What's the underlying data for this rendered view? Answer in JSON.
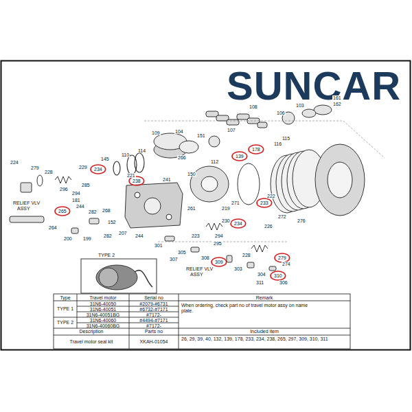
{
  "diagram": {
    "labels": [
      "SUNCAR",
      "103",
      "161",
      "162",
      "106",
      "108",
      "107",
      "151",
      "104",
      "109",
      "110",
      "114",
      "145",
      "224",
      "279",
      "228",
      "229",
      "234",
      "221",
      "238",
      "266",
      "112",
      "139",
      "178",
      "116",
      "115",
      "296",
      "285",
      "294",
      "241",
      "150",
      "RELIEF VLV",
      "ASSY",
      "265",
      "264",
      "181",
      "244",
      "282",
      "268",
      "152",
      "207",
      "200",
      "199",
      "282",
      "244",
      "261",
      "219",
      "271",
      "233",
      "222",
      "276",
      "272",
      "230",
      "234",
      "226",
      "223",
      "294",
      "295",
      "301",
      "305",
      "307",
      "308",
      "228",
      "279",
      "274",
      "309",
      "303",
      "RELIEF VLV",
      "ASSY",
      "304",
      "310",
      "311",
      "306",
      "TYPE 2",
      "Type",
      "Travel motor",
      "Serial no",
      "Remark",
      "TYPE 1",
      "31N6-40050",
      "#2079-#6731",
      "When ordering, check part no of travel motor assy on name plate.",
      "31N6-40051",
      "#6732-#7171",
      "31N6-40051BG",
      "#7172-",
      "TYPE 2",
      "31N6-40060",
      "#4494-#7171",
      "31N6-40060BG",
      "#7172-",
      "Description",
      "Parts no",
      "Included item",
      "Travel motor seal kit",
      "XKAH-01054",
      "26, 29, 39, 40, 132, 139, 178, 233, 234, 238, 265, 297, 309, 310, 311"
    ]
  }
}
